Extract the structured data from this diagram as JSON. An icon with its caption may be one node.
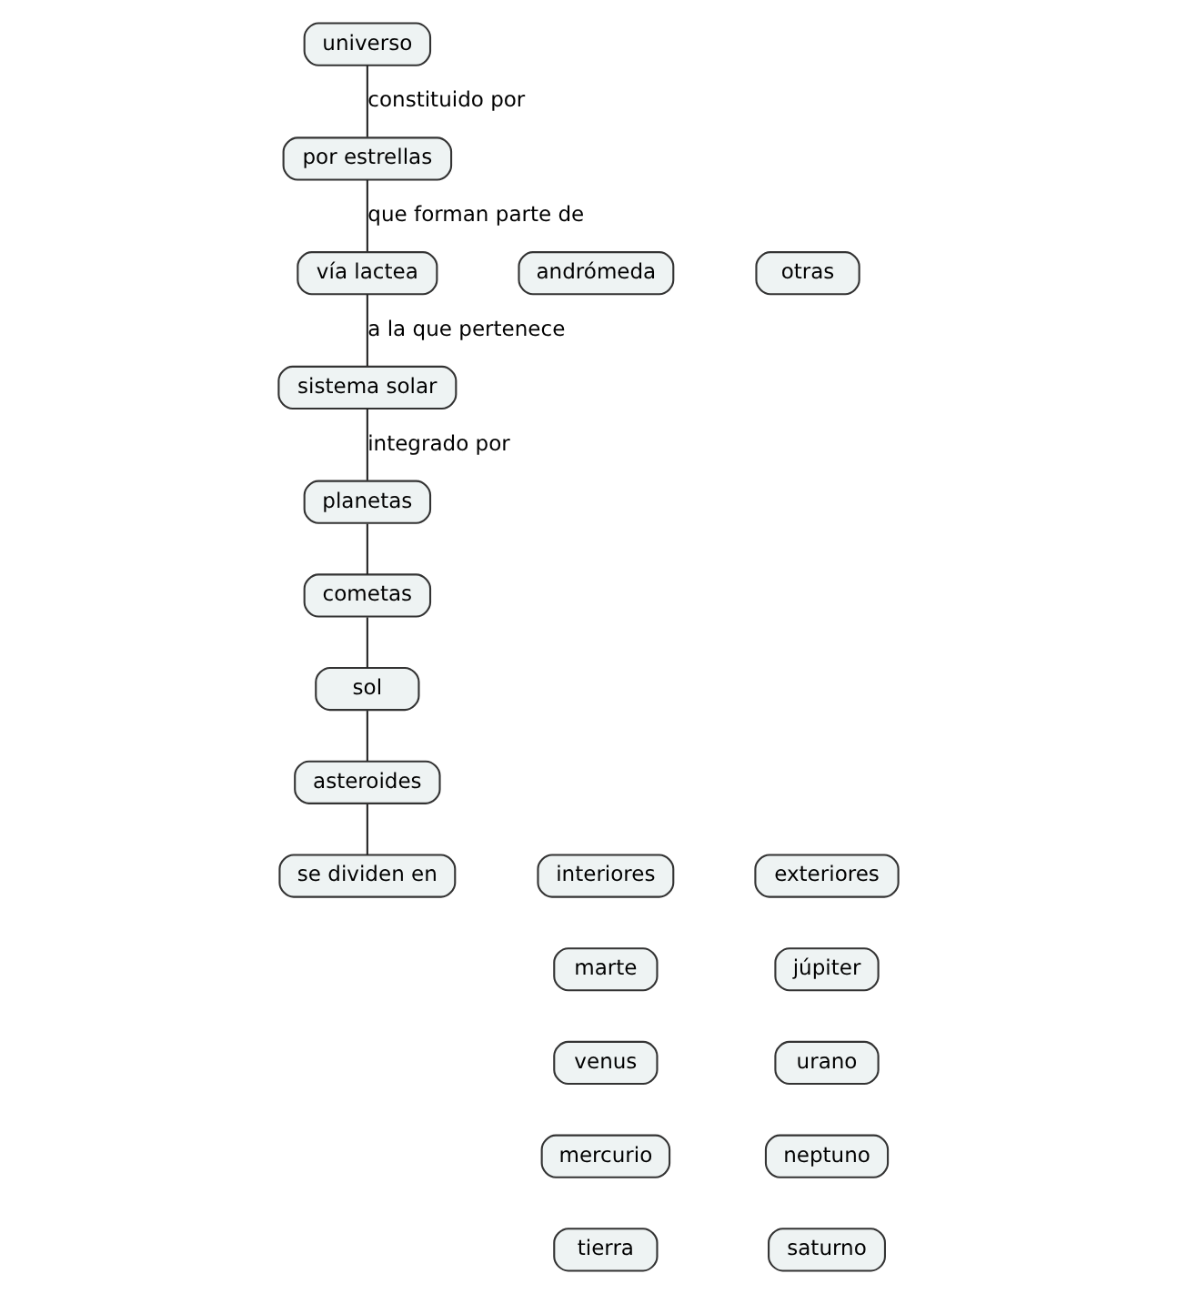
{
  "diagram": {
    "nodes": [
      {
        "text": [
          "universo"
        ]
      },
      {
        "text": [
          "por estrellas"
        ]
      },
      {
        "text": [
          "andrómeda"
        ]
      },
      {
        "text": [
          "vía lactea"
        ]
      },
      {
        "text": [
          "otras"
        ]
      },
      {
        "text": [
          "sistema solar"
        ]
      },
      {
        "text": [
          "planetas"
        ]
      },
      {
        "text": [
          "cometas"
        ]
      },
      {
        "text": [
          "sol"
        ]
      },
      {
        "text": [
          "asteroides"
        ]
      },
      {
        "text": [
          "se dividen en"
        ]
      },
      {
        "text": [
          "interiores"
        ]
      },
      {
        "text": [
          "exteriores"
        ]
      },
      {
        "text": [
          "marte"
        ]
      },
      {
        "text": [
          "júpiter"
        ]
      },
      {
        "text": [
          "venus"
        ]
      },
      {
        "text": [
          "urano"
        ]
      },
      {
        "text": [
          "mercurio"
        ]
      },
      {
        "text": [
          "neptuno"
        ]
      },
      {
        "text": [
          "tierra"
        ]
      },
      {
        "text": [
          "saturno"
        ]
      }
    ],
    "edges": [
      {
        "from": 0,
        "to": 1,
        "arrow": "none",
        "label": "constituido por"
      },
      {
        "from": 1,
        "to": 3,
        "arrow": "none",
        "label": "que forman parte de"
      },
      {
        "from": 3,
        "to": 5,
        "arrow": "none",
        "label": "a la que pertenece"
      },
      {
        "from": 5,
        "to": 6,
        "arrow": "none",
        "label": "integrado por"
      },
      {
        "from": 6,
        "to": 7,
        "arrow": "none"
      },
      {
        "from": 7,
        "to": 8,
        "arrow": "none"
      },
      {
        "from": 8,
        "to": 9,
        "arrow": "none"
      },
      {
        "from": 9,
        "to": 10,
        "arrow": "none"
      }
    ]
  }
}
